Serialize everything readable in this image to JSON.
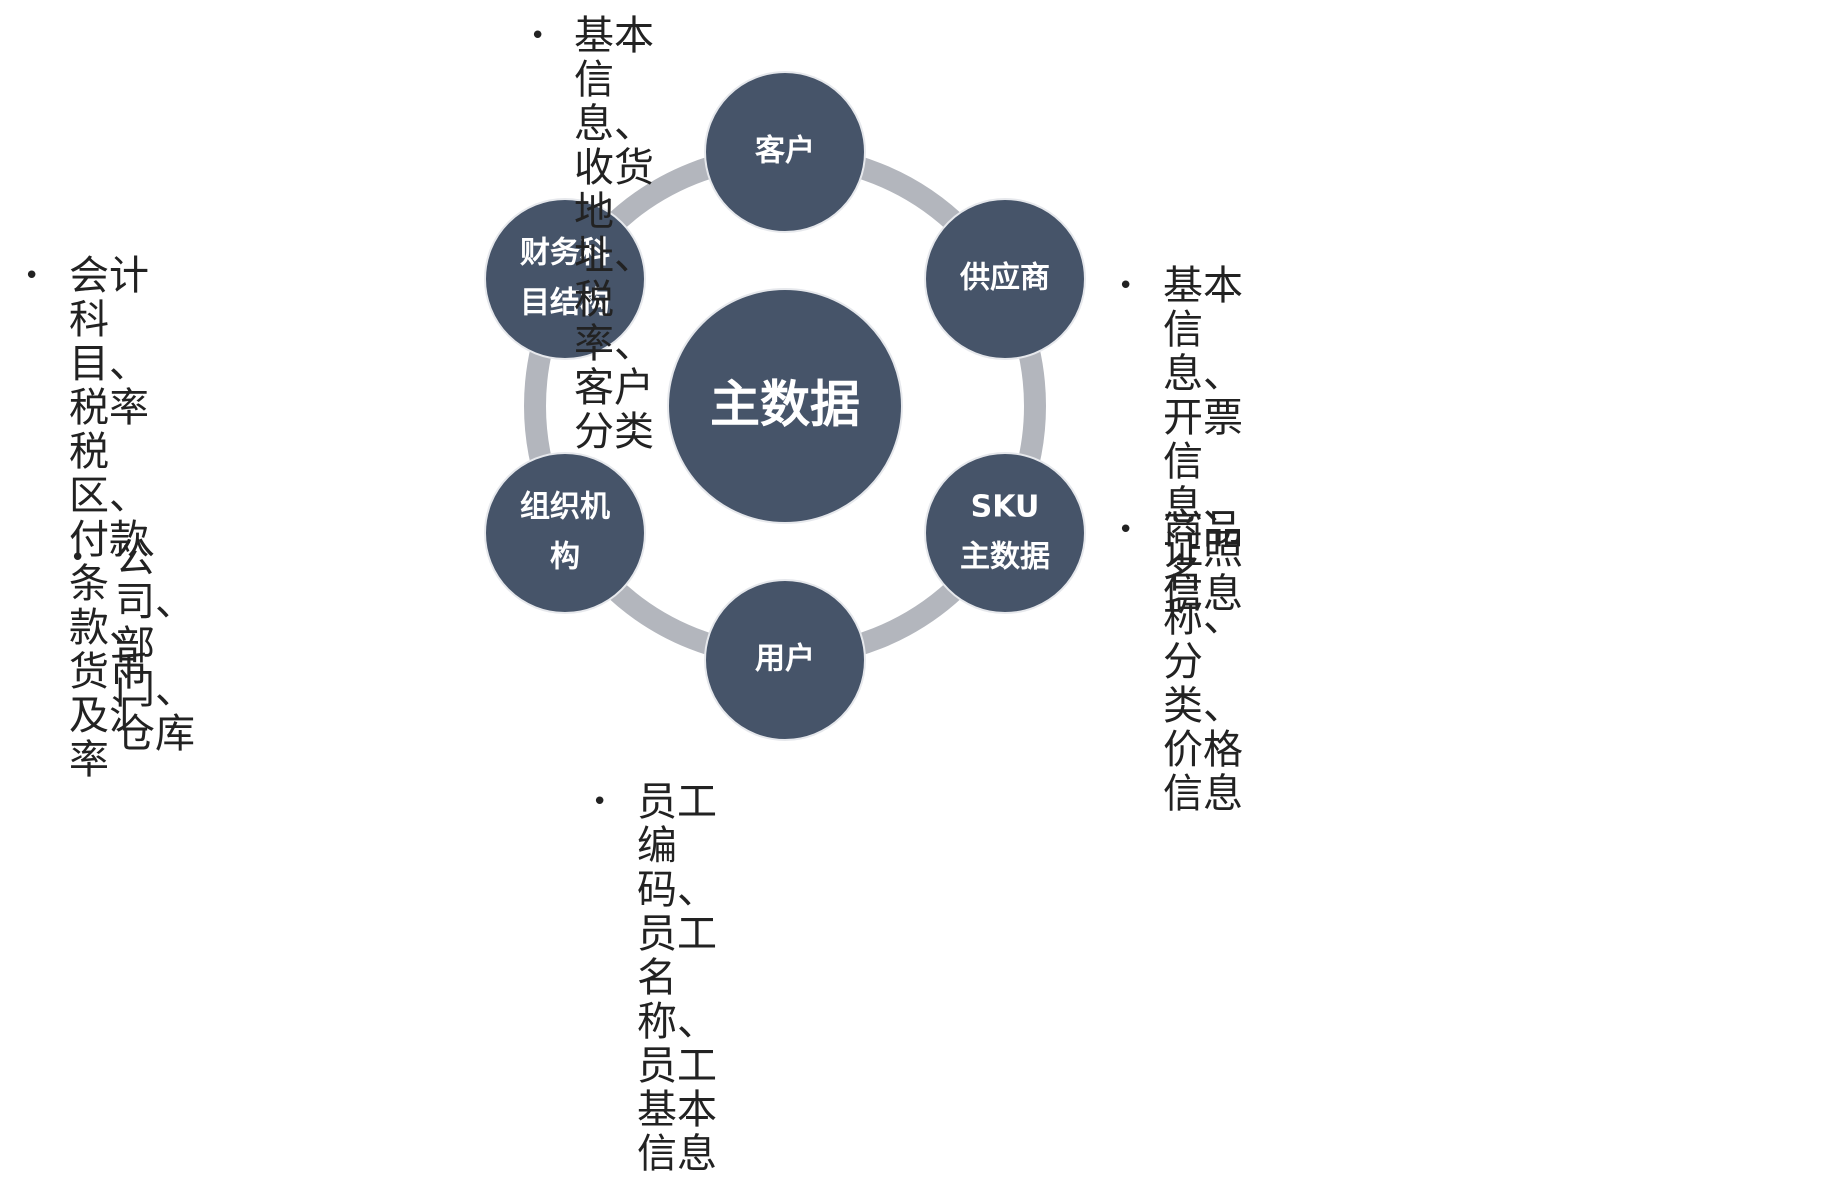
{
  "diagram": {
    "center": {
      "label": "主数据"
    },
    "ring_color": "#b3b6bd",
    "node_color": "#465469",
    "node_text_color": "#ffffff",
    "nodes": [
      {
        "id": "customer",
        "label_lines": [
          "客户"
        ]
      },
      {
        "id": "supplier",
        "label_lines": [
          "供应商"
        ]
      },
      {
        "id": "sku",
        "label_lines": [
          "SKU",
          "主数据"
        ]
      },
      {
        "id": "user",
        "label_lines": [
          "用户"
        ]
      },
      {
        "id": "org",
        "label_lines": [
          "组织机",
          "构"
        ]
      },
      {
        "id": "finance",
        "label_lines": [
          "财务科",
          "目结构"
        ]
      }
    ]
  },
  "descriptions": {
    "bullet": "•",
    "customer": "基本信息、收货地址、税率、客户分类",
    "supplier": "基本信息、开票信息、证照信息",
    "sku": "商品名称、分类、价格信息",
    "user": "员工编码、员工名称、员工基本信息",
    "org": "公司、部门、仓库",
    "finance": "会计科目、税率税区、\n付款条款、货币及汇\n率"
  }
}
